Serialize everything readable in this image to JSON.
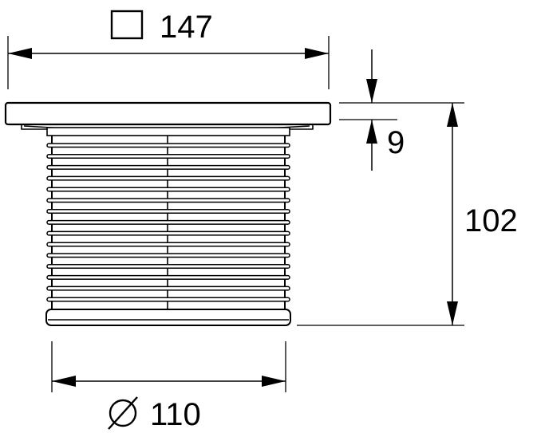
{
  "dimensions": {
    "width_label": "147",
    "width_symbol": "□",
    "plate_thickness_label": "9",
    "height_label": "102",
    "diameter_label": "110",
    "diameter_symbol": "⌀"
  },
  "colors": {
    "line": "#000000",
    "background": "#ffffff"
  }
}
